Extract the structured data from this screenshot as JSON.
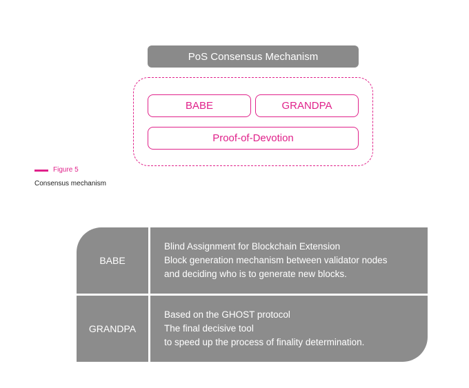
{
  "diagram": {
    "header": "PoS Consensus Mechanism",
    "components": [
      "BABE",
      "GRANDPA",
      "Proof-of-Devotion"
    ]
  },
  "figure": {
    "label": "Figure 5",
    "caption": "Consensus mechanism"
  },
  "table": {
    "rows": [
      {
        "name": "BABE",
        "lines": [
          "Blind Assignment for Blockchain Extension",
          "Block generation mechanism between validator nodes",
          "and deciding who is to generate new blocks."
        ]
      },
      {
        "name": "GRANDPA",
        "lines": [
          "Based on the GHOST protocol",
          "The final decisive tool",
          "to speed up the process of finality determination."
        ]
      }
    ]
  },
  "colors": {
    "accent": "#e0218a",
    "box_gray": "#8c8c8c"
  }
}
